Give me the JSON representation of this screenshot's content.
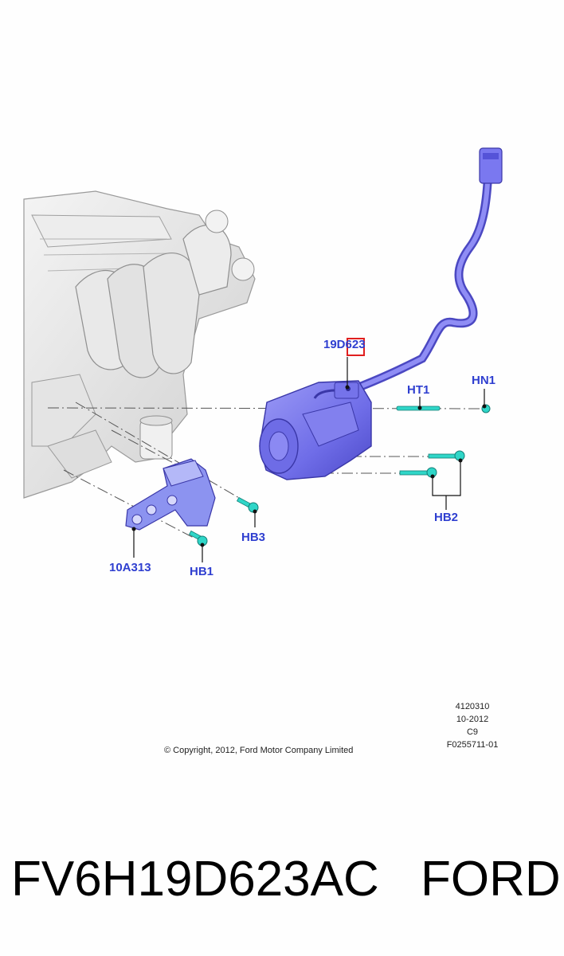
{
  "callouts": {
    "compressor": "19D623",
    "stud": "HT1",
    "nut": "HN1",
    "bolts_compressor": "HB2",
    "bolt_bracket_upper": "HB3",
    "bracket": "10A313",
    "bolt_bracket_lower": "HB1"
  },
  "meta": {
    "illustration_no": "4120310",
    "date": "10-2012",
    "code": "C9",
    "reference": "F0255711-01"
  },
  "copyright": "© Copyright, 2012, Ford Motor Company Limited",
  "footer": {
    "part_number": "FV6H19D623AC",
    "brand": "FORD"
  },
  "colors": {
    "callout_text": "#2f3fd0",
    "compressor": "#7a78f0",
    "fastener": "#2fd6c8",
    "engine": "#e6e6e6",
    "highlight_box": "#e01f1f"
  }
}
